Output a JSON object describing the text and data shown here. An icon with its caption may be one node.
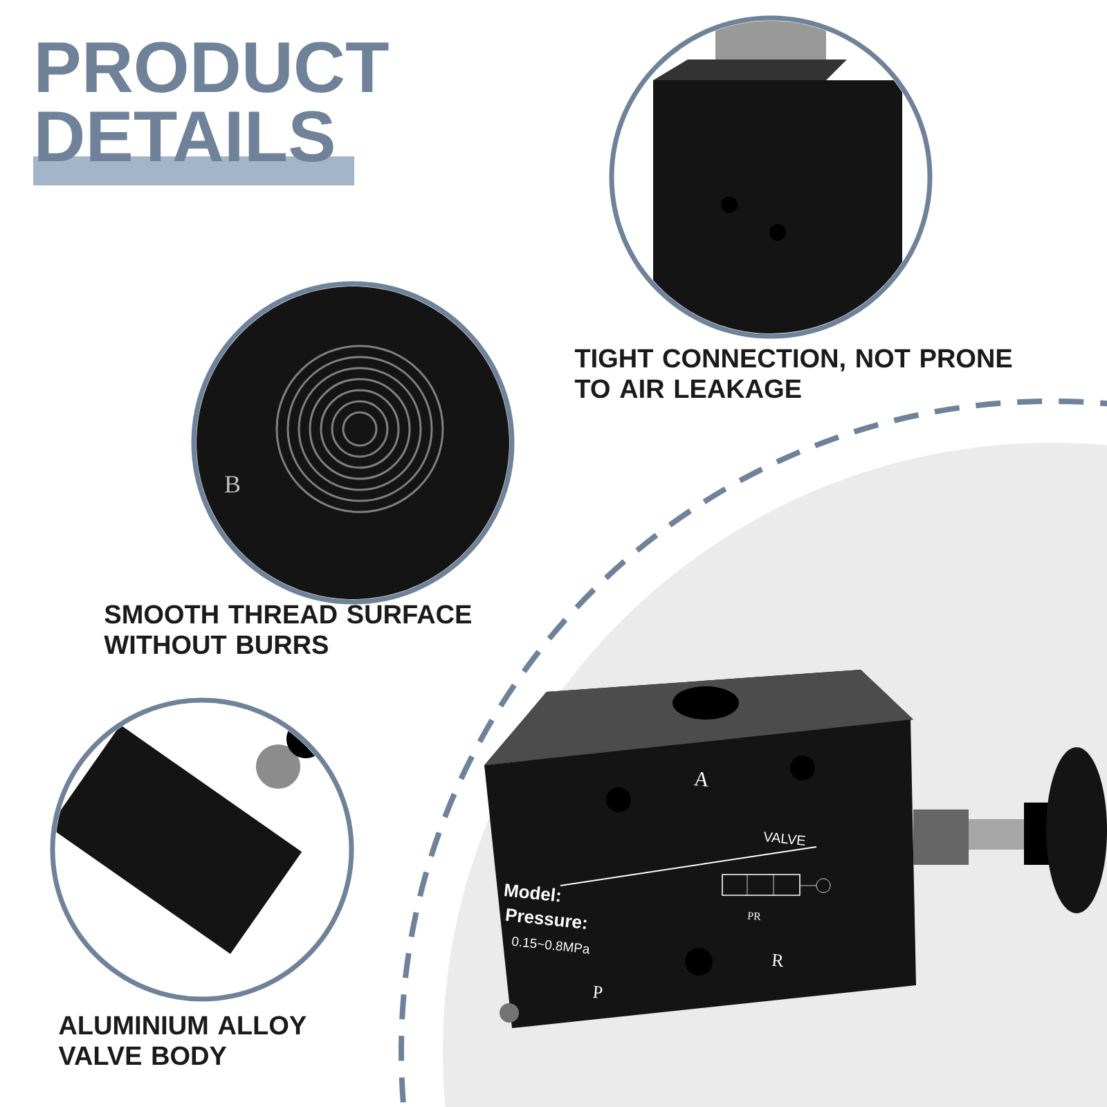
{
  "diagram": {
    "title": "PRODUCT DETAILS",
    "nodes": [
      {
        "text": [
          "TIGHT CONNECTION, NOT PRONE TO AIR LEAKAGE"
        ]
      },
      {
        "text": [
          "SMOOTH THREAD SURFACE WITHOUT BURRS"
        ]
      },
      {
        "text": [
          "ALUMINIUM ALLOY VALVE BODY"
        ]
      }
    ],
    "labels": [
      "B",
      "A",
      "VALVE",
      "Model:",
      "Pressure:",
      "0.15~0.8MPa",
      "PR",
      "P",
      "R"
    ]
  }
}
